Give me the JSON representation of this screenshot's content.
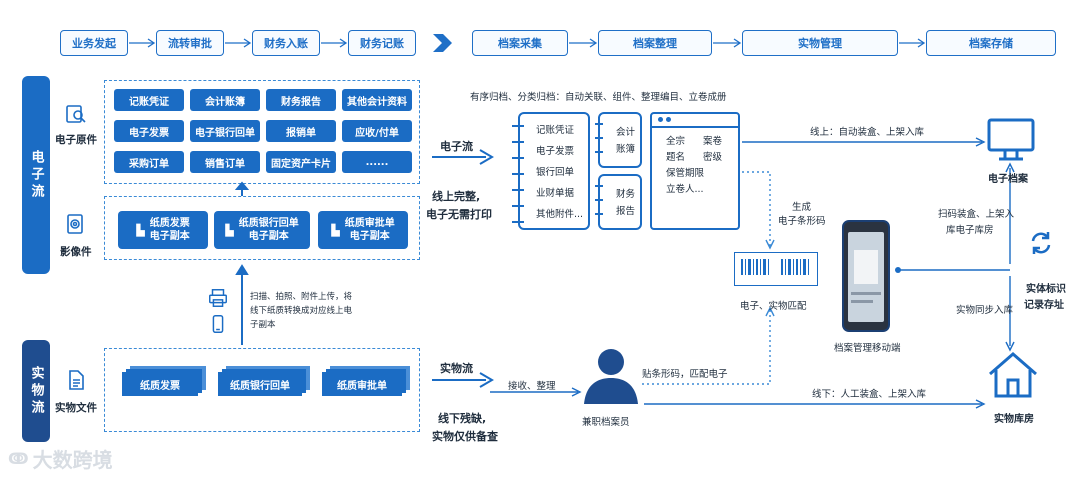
{
  "top_flow": {
    "left": [
      "业务发起",
      "流转审批",
      "财务入账",
      "财务记账"
    ],
    "right": [
      "档案采集",
      "档案整理",
      "实物管理",
      "档案存储"
    ]
  },
  "sidebar": {
    "electronic": "电子流",
    "physical": "实物流"
  },
  "side_items": {
    "electronic_original": "电子原件",
    "image": "影像件",
    "physical_file": "实物文件"
  },
  "doc_types": [
    "记账凭证",
    "会计账簿",
    "财务报告",
    "其他会计资料",
    "电子发票",
    "电子银行回单",
    "报销单",
    "应收/付单",
    "采购订单",
    "销售订单",
    "固定资产卡片",
    "......"
  ],
  "paper_copies": [
    {
      "line1": "纸质发票",
      "line2": "电子副本"
    },
    {
      "line1": "纸质银行回单",
      "line2": "电子副本"
    },
    {
      "line1": "纸质审批单",
      "line2": "电子副本"
    }
  ],
  "scan_note": {
    "line1": "扫描、拍照、附件上传，将",
    "line2": "线下纸质转换成对应线上电",
    "line3": "子副本"
  },
  "physical_papers": [
    "纸质发票",
    "纸质银行回单",
    "纸质审批单"
  ],
  "electronic_flow": {
    "label": "电子流",
    "complete1": "线上完整,",
    "complete2": "电子无需打印"
  },
  "physical_flow": {
    "label": "实物流",
    "receive": "接收、整理",
    "lack1": "线下残缺,",
    "lack2": "实物仅供备查"
  },
  "archive_note": "有序归档、分类归档：自动关联、组件、整理编目、立卷成册",
  "ledger_items": [
    "记账凭证",
    "电子发票",
    "银行回单",
    "业财单据",
    "其他附件..."
  ],
  "ledger_mid": {
    "top1": "会计",
    "top2": "账簿",
    "bot1": "财务",
    "bot2": "报告"
  },
  "catalog": {
    "row1a": "全宗",
    "row1b": "案卷",
    "row2a": "题名",
    "row2b": "密级",
    "row3": "保管期限",
    "row4": "立卷人..."
  },
  "online_store": "线上：自动装盒、上架入库",
  "e_archive": "电子档案",
  "gen_barcode1": "生成",
  "gen_barcode2": "电子条形码",
  "match": "电子、实物匹配",
  "mobile": "档案管理移动端",
  "scan_store1": "扫码装盒、上架入",
  "scan_store2": "库电子库房",
  "identify1": "实体标识",
  "identify2": "记录存址",
  "sync": "实物同步入库",
  "staff": "兼职档案员",
  "paste": "贴条形码，匹配电子",
  "offline_store": "线下：人工装盒、上架入库",
  "physical_store": "实物库房",
  "watermark": "大数跨境",
  "colors": {
    "primary": "#1b6cc4",
    "navy": "#1f4d8f",
    "dash": "#3a8ad6"
  }
}
